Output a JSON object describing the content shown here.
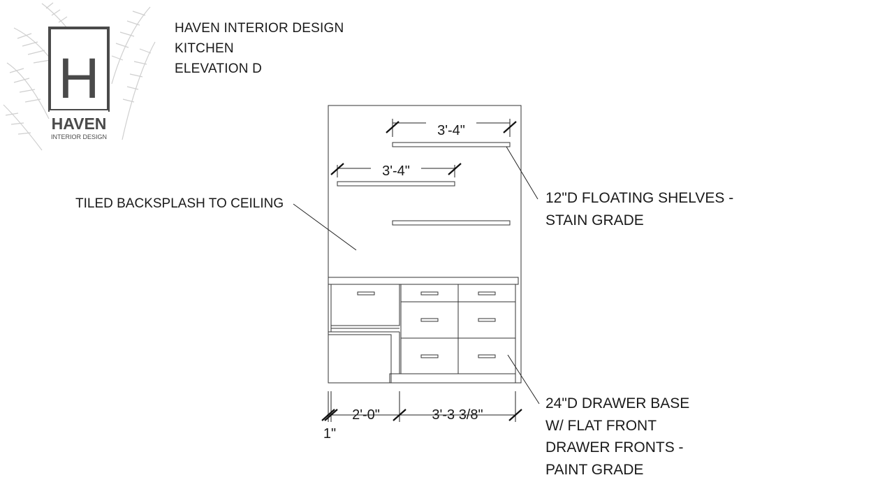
{
  "brand": {
    "logo_letter": "H",
    "logo_name": "HAVEN",
    "logo_tagline": "INTERIOR DESIGN",
    "accent_color": "#4a4a4a",
    "foliage_color": "#cfcfcf"
  },
  "header": {
    "company": "HAVEN INTERIOR DESIGN",
    "room": "KITCHEN",
    "view": "ELEVATION D"
  },
  "annotations": {
    "backsplash": "TILED BACKSPLASH TO CEILING",
    "shelves_line1": "12\"D FLOATING SHELVES -",
    "shelves_line2": "STAIN GRADE",
    "drawers_line1": "24\"D DRAWER BASE",
    "drawers_line2": "W/ FLAT FRONT",
    "drawers_line3": "DRAWER FRONTS -",
    "drawers_line4": "PAINT GRADE"
  },
  "dimensions": {
    "shelf_top": "3'-4\"",
    "shelf_middle": "3'-4\"",
    "base_left": "2'-0\"",
    "base_right": "3'-3 3/8\"",
    "base_edge": "1\""
  }
}
